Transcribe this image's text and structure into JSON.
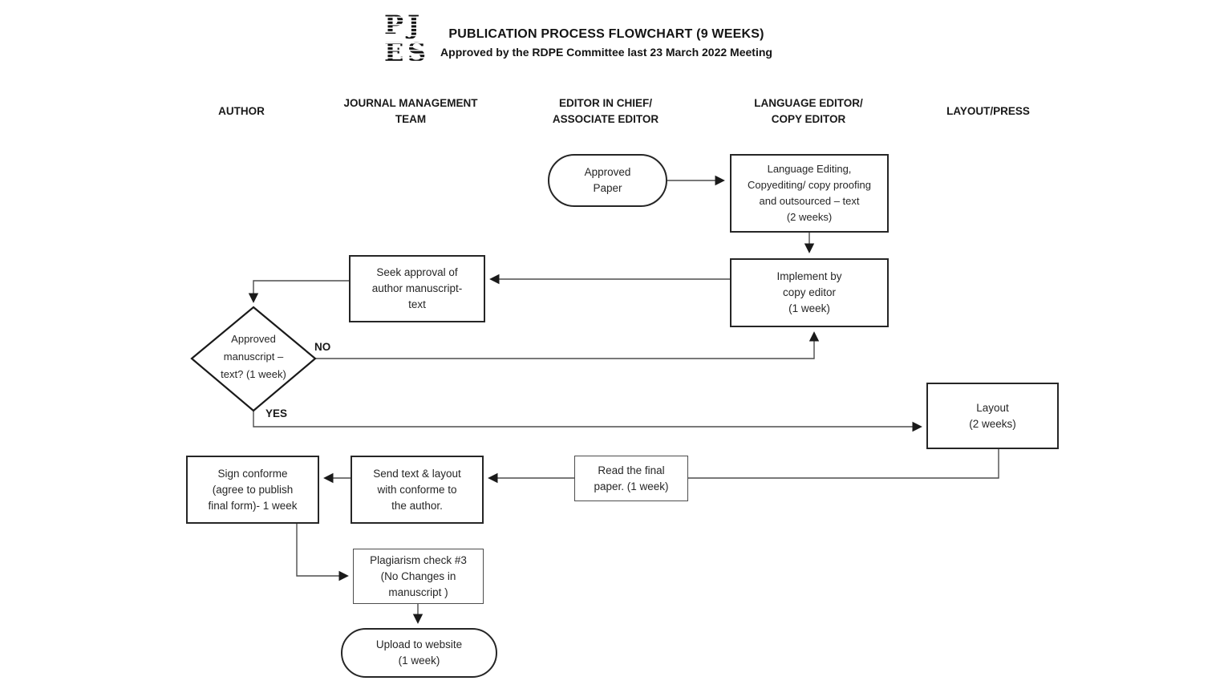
{
  "header": {
    "logo_letters": [
      "P",
      "J",
      "E",
      "S"
    ],
    "title": "PUBLICATION PROCESS FLOWCHART (9 WEEKS)",
    "subtitle": "Approved by the RDPE Committee last 23 March 2022 Meeting"
  },
  "lanes": [
    {
      "label": "AUTHOR"
    },
    {
      "label": "JOURNAL MANAGEMENT\nTEAM"
    },
    {
      "label": "EDITOR IN CHIEF/\nASSOCIATE EDITOR"
    },
    {
      "label": "LANGUAGE EDITOR/\nCOPY EDITOR"
    },
    {
      "label": "LAYOUT/PRESS"
    }
  ],
  "nodes": {
    "approved_paper": {
      "shape": "terminator",
      "label": "Approved\nPaper"
    },
    "language_editing": {
      "shape": "process",
      "label": "Language Editing,\nCopyediting/ copy proofing\nand outsourced – text\n(2 weeks)"
    },
    "implement_copy_editor": {
      "shape": "process",
      "label": "Implement by\ncopy editor\n(1 week)"
    },
    "seek_approval": {
      "shape": "process",
      "label": "Seek approval of\nauthor manuscript-\ntext"
    },
    "approved_manuscript_decision": {
      "shape": "decision",
      "label": "Approved\nmanuscript –\ntext? (1 week)"
    },
    "layout": {
      "shape": "process",
      "label": "Layout\n(2 weeks)"
    },
    "read_final_paper": {
      "shape": "process",
      "label": "Read the final\npaper. (1 week)"
    },
    "send_text_layout": {
      "shape": "process",
      "label": "Send text & layout\nwith conforme to\nthe author."
    },
    "sign_conforme": {
      "shape": "process",
      "label": "Sign conforme\n(agree to publish\nfinal form)- 1 week"
    },
    "plagiarism_check": {
      "shape": "process",
      "label": "Plagiarism check #3\n(No Changes in\nmanuscript )"
    },
    "upload_website": {
      "shape": "terminator",
      "label": "Upload to website\n(1 week)"
    }
  },
  "edge_labels": {
    "no": "NO",
    "yes": "YES"
  },
  "colors": {
    "connector": "#4d4d4d",
    "node_border": "#262626",
    "arrowhead": "#1a1a1a",
    "text": "#1f1f1f",
    "background": "#ffffff"
  }
}
